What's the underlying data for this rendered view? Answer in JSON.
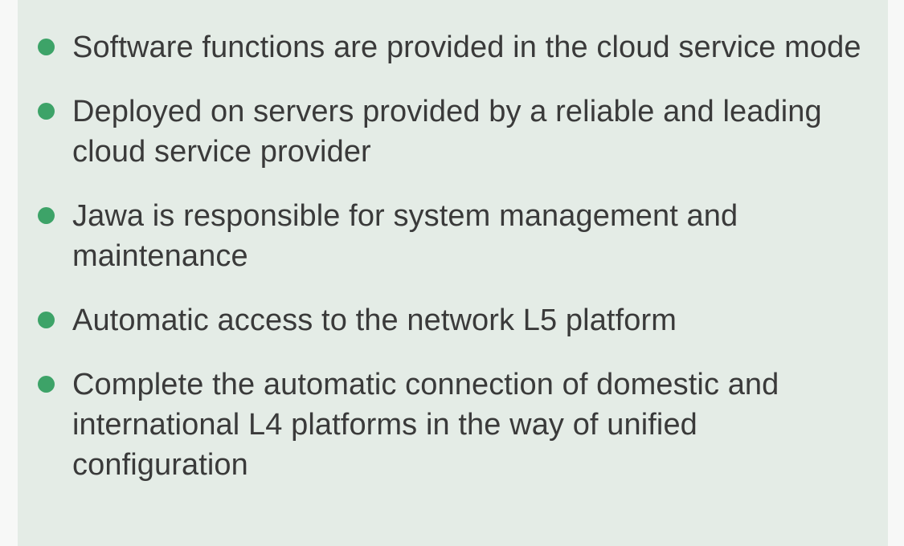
{
  "colors": {
    "page_background": "#f7f8f7",
    "panel_background": "#e4ece6",
    "bullet_marker": "#3da368",
    "text": "#3a3a3a"
  },
  "panel": {
    "bullet_list": {
      "marker_icon": "bullet-dot-icon",
      "items": [
        {
          "text": "Software functions are provided in the cloud service mode"
        },
        {
          "text": "Deployed on servers provided by a reliable and leading cloud service provider"
        },
        {
          "text": "Jawa is responsible for system management and maintenance"
        },
        {
          "text": "Automatic access to the network L5 platform"
        },
        {
          "text": "Complete the automatic connection of domestic and international L4 platforms in the way of unified configuration"
        }
      ]
    }
  }
}
